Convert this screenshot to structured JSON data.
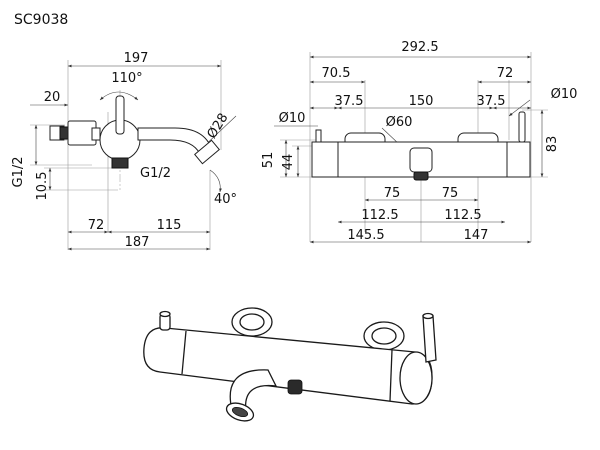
{
  "model_code": "SC9038",
  "side_view": {
    "dim_total_width": "197",
    "dim_angle_handle": "110°",
    "dim_inlet_length": "20",
    "dim_spout_diameter": "Ø28",
    "dim_thread_side": "G1/2",
    "dim_thread_bottom": "G1/2",
    "dim_outlet_height": "10.5",
    "dim_angle_spout": "40°",
    "dim_base_left": "72",
    "dim_base_right": "115",
    "dim_base_total": "187"
  },
  "front_view": {
    "dim_overall_width": "292.5",
    "dim_left_offset": "70.5",
    "dim_right_offset": "72",
    "dim_lever_diameter": "Ø10",
    "dim_button_diameter": "Ø10",
    "dim_left_end": "37.5",
    "dim_centers": "150",
    "dim_right_end": "37.5",
    "dim_escutcheon_diameter": "Ø60",
    "dim_height_51": "51",
    "dim_height_44": "44",
    "dim_height_83": "83",
    "dim_half_center_left": "75",
    "dim_half_center_right": "75",
    "dim_half_span_left": "112.5",
    "dim_half_span_right": "112.5",
    "dim_left_total": "145.5",
    "dim_right_total": "147"
  }
}
